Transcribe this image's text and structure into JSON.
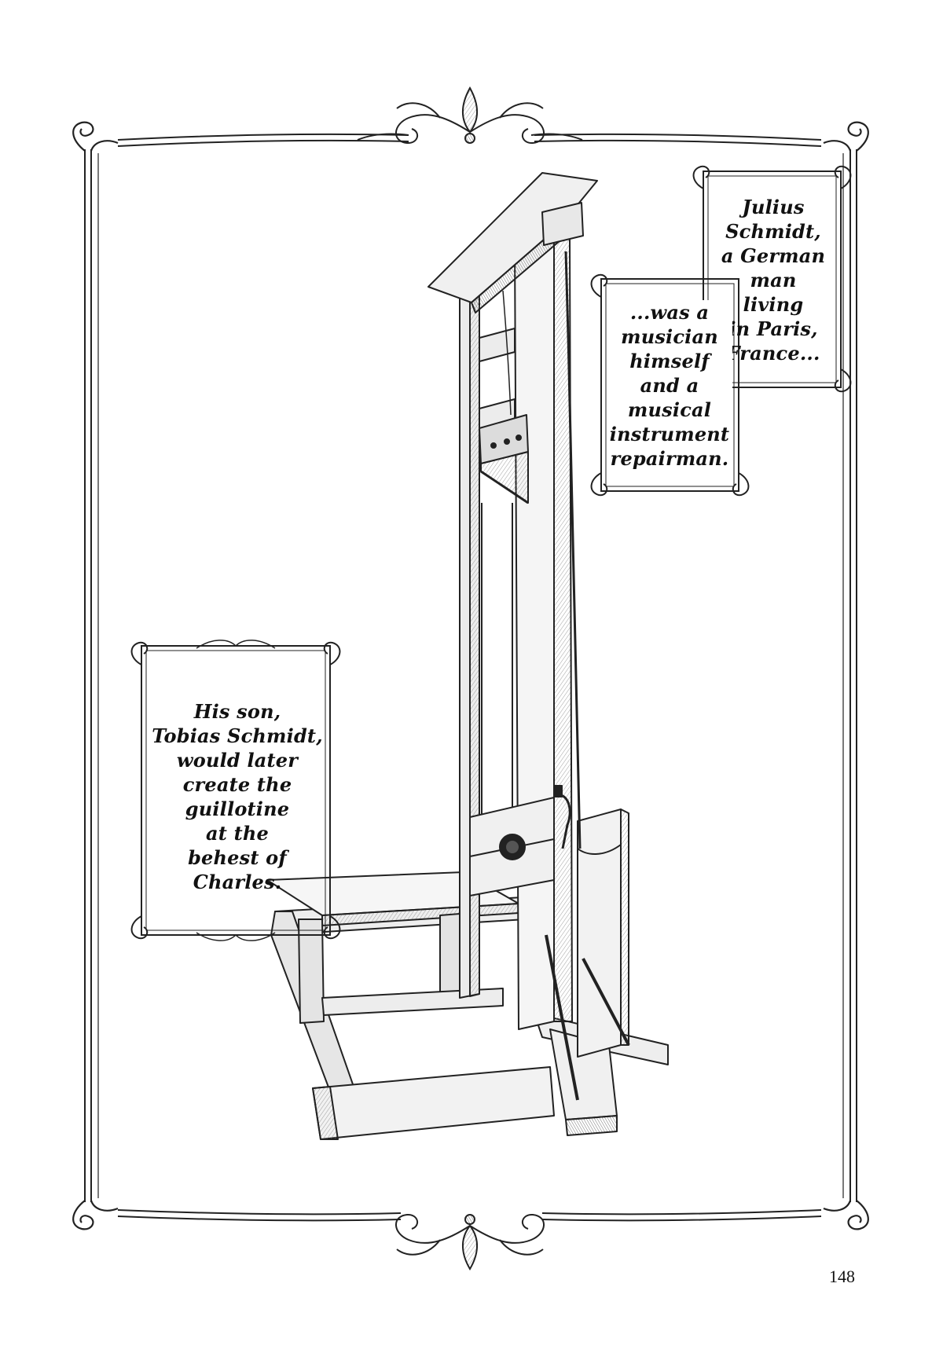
{
  "captions": {
    "julius": {
      "lines": [
        "Julius",
        "Schmidt,",
        "a German",
        "man",
        "living",
        "in Paris,",
        "France..."
      ]
    },
    "musician": {
      "lines": [
        "...was a",
        "musician",
        "himself",
        "and a",
        "musical",
        "instrument",
        "repairman."
      ]
    },
    "tobias": {
      "lines": [
        "His son,",
        "Tobias Schmidt,",
        "would later",
        "create the",
        "guillotine",
        "at the",
        "behest of",
        "Charles."
      ]
    }
  },
  "page_number": "148",
  "colors": {
    "ink": "#111111",
    "paper": "#ffffff",
    "wood_light": "#f4f4f4",
    "wood_shade": "#cfcfcf"
  }
}
